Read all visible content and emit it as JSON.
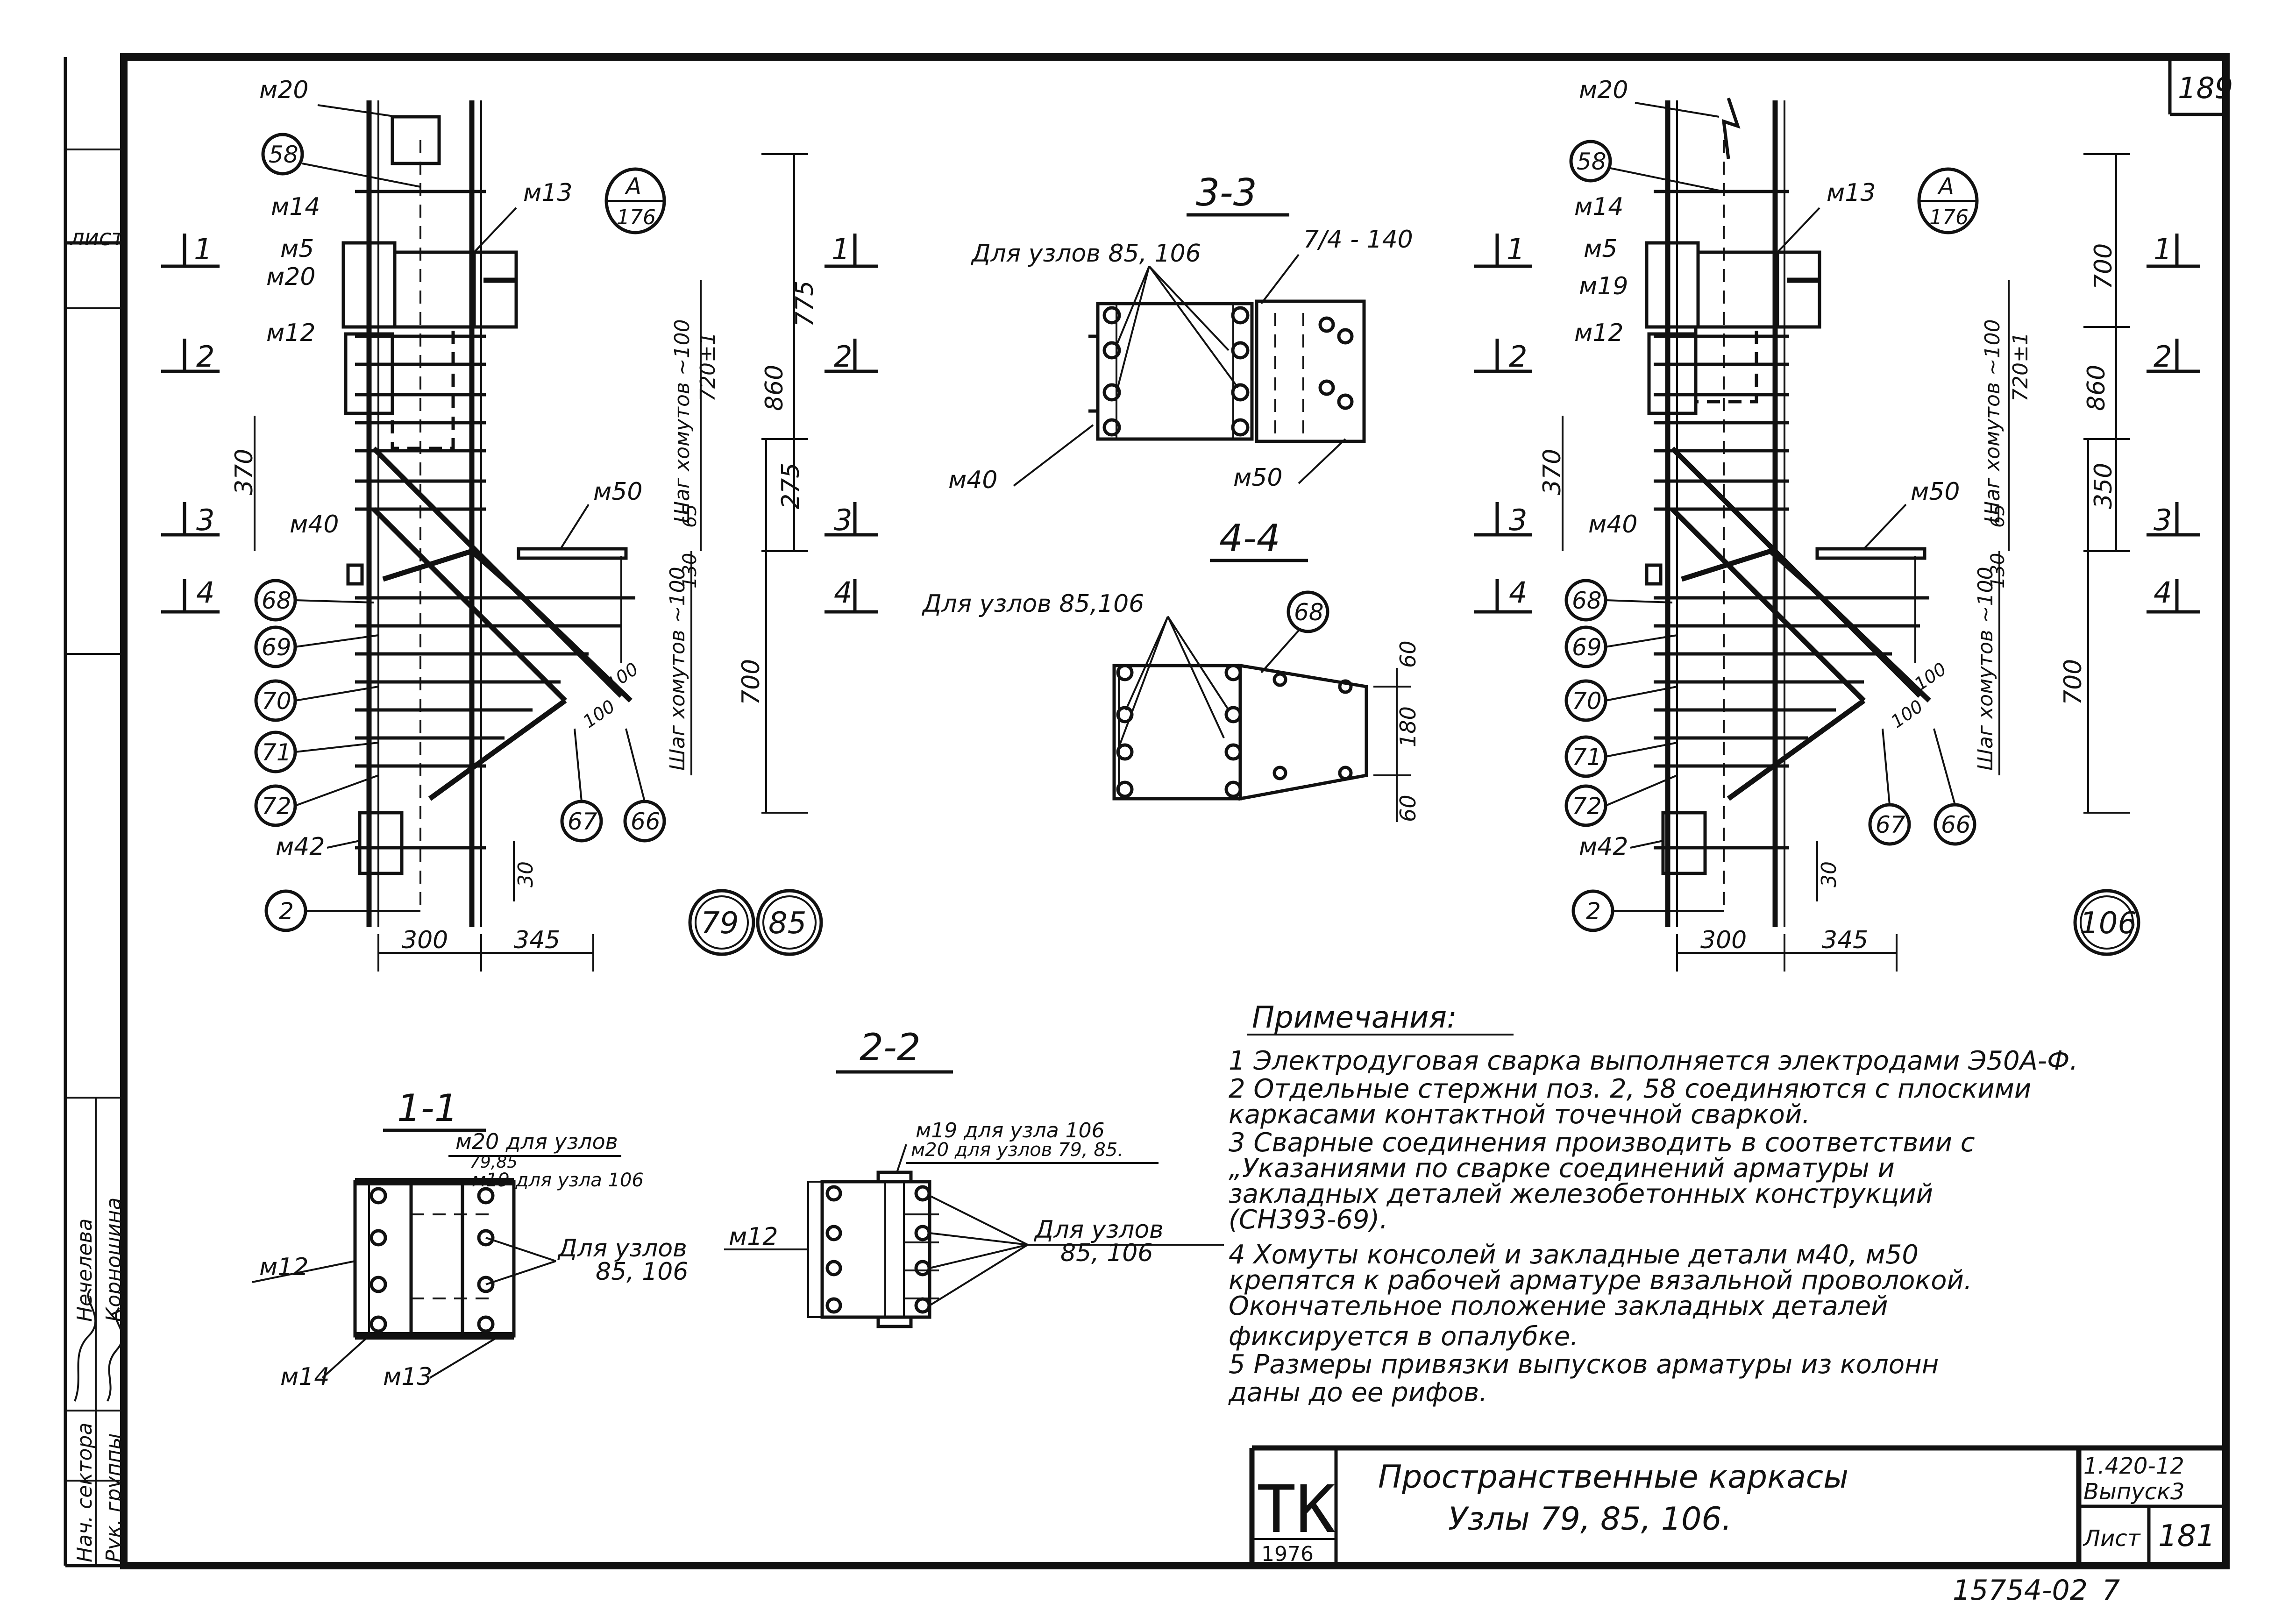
{
  "sheet": {
    "page_corner": "189",
    "sheet_code": "15754-02",
    "sheet_index": "7",
    "frame_side_stub": "лист"
  },
  "views": {
    "left_node_labels": [
      "79",
      "85"
    ],
    "right_node_label": "106",
    "section_3_3": "3-3",
    "section_4_4": "4-4",
    "section_2_2": "2-2",
    "section_1_1": "1-1"
  },
  "elevation_left": {
    "marks": [
      "м20",
      "м14",
      "м5",
      "м20",
      "м12",
      "м40",
      "м13",
      "м50",
      "м42"
    ],
    "positions": [
      "58",
      "68",
      "69",
      "70",
      "71",
      "72",
      "2",
      "67",
      "66"
    ],
    "ref_letter": "А",
    "ref_sheet": "176",
    "cuts": [
      "1",
      "2",
      "3",
      "4"
    ],
    "dims": {
      "d775": "775",
      "d860": "860",
      "d275": "275",
      "d700": "700",
      "d370": "370",
      "d300": "300",
      "d345": "345",
      "d30": "30",
      "d720": "720±1",
      "d65": "65",
      "d130": "130",
      "d100a": "100",
      "d100b": "100"
    },
    "notes": {
      "step_top": "Шаг хомутов ~100",
      "step_bottom": "Шаг хомутов ~100"
    }
  },
  "elevation_right": {
    "marks": [
      "м20",
      "м14",
      "м5",
      "м19",
      "м12",
      "м40",
      "м13",
      "м50",
      "м42"
    ],
    "positions": [
      "58",
      "68",
      "69",
      "70",
      "71",
      "72",
      "2",
      "67",
      "66"
    ],
    "ref_letter": "А",
    "ref_sheet": "176",
    "cuts": [
      "1",
      "2",
      "3",
      "4"
    ],
    "dims": {
      "d700top": "700",
      "d860": "860",
      "d350": "350",
      "d700": "700",
      "d370": "370",
      "d300": "300",
      "d345": "345",
      "d30": "30",
      "d720": "720±1",
      "d65": "65",
      "d130": "130",
      "d100a": "100",
      "d100b": "100"
    },
    "notes": {
      "step_top": "Шаг хомутов ~100",
      "step_bottom": "Шаг хомутов ~100"
    }
  },
  "sec33": {
    "label_nodes": "Для узлов 85, 106",
    "weld_mark": "7/4 - 140",
    "m40": "м40",
    "m50": "м50"
  },
  "sec44": {
    "label_nodes": "Для узлов 85,106",
    "pos": "68",
    "d60a": "60",
    "d180": "180",
    "d60b": "60"
  },
  "sec11": {
    "m20": "м20 для узлов",
    "m20_nodes": "79,85",
    "m19": "м19 для узла 106",
    "m12": "м12",
    "m14": "м14",
    "m13": "м13",
    "label_nodes": "Для узлов",
    "label_nodes_2": "85, 106"
  },
  "sec22": {
    "m19": "м19 для узла 106",
    "m20": "м20 для узлов 79, 85.",
    "m12": "м12",
    "label_nodes": "Для узлов",
    "label_nodes_2": "85, 106"
  },
  "notes": {
    "heading": "Примечания:",
    "lines": [
      "1 Электродуговая сварка выполняется электродами Э50А-Ф.",
      "2 Отдельные стержни поз. 2, 58 соединяются с плоскими",
      "   каркасами контактной точечной сваркой.",
      "3 Сварные соединения производить в соответствии с",
      "  „Указаниями по сварке соединений арматуры и",
      "   закладных деталей железобетонных конструкций",
      "   (СН393-69).",
      "4 Хомуты консолей и закладные детали м40, м50",
      "   крепятся к рабочей арматуре вязальной проволокой.",
      "   Окончательное положение закладных деталей",
      "   фиксируется в опалубке.",
      "5 Размеры привязки выпусков арматуры из колонн",
      "   даны до ее рифов."
    ]
  },
  "title_block": {
    "logo": "ТК",
    "year": "1976",
    "title_line1": "Пространственные каркасы",
    "title_line2": "Узлы 79, 85, 106.",
    "series": "1.420-12",
    "issue": "Выпуск3",
    "sheet_label": "Лист",
    "sheet_no": "181"
  },
  "left_strip": {
    "role1": "Нач. сектора",
    "name1": "Нечелева",
    "role2": "Рук. группы",
    "name2": "Корношина"
  }
}
